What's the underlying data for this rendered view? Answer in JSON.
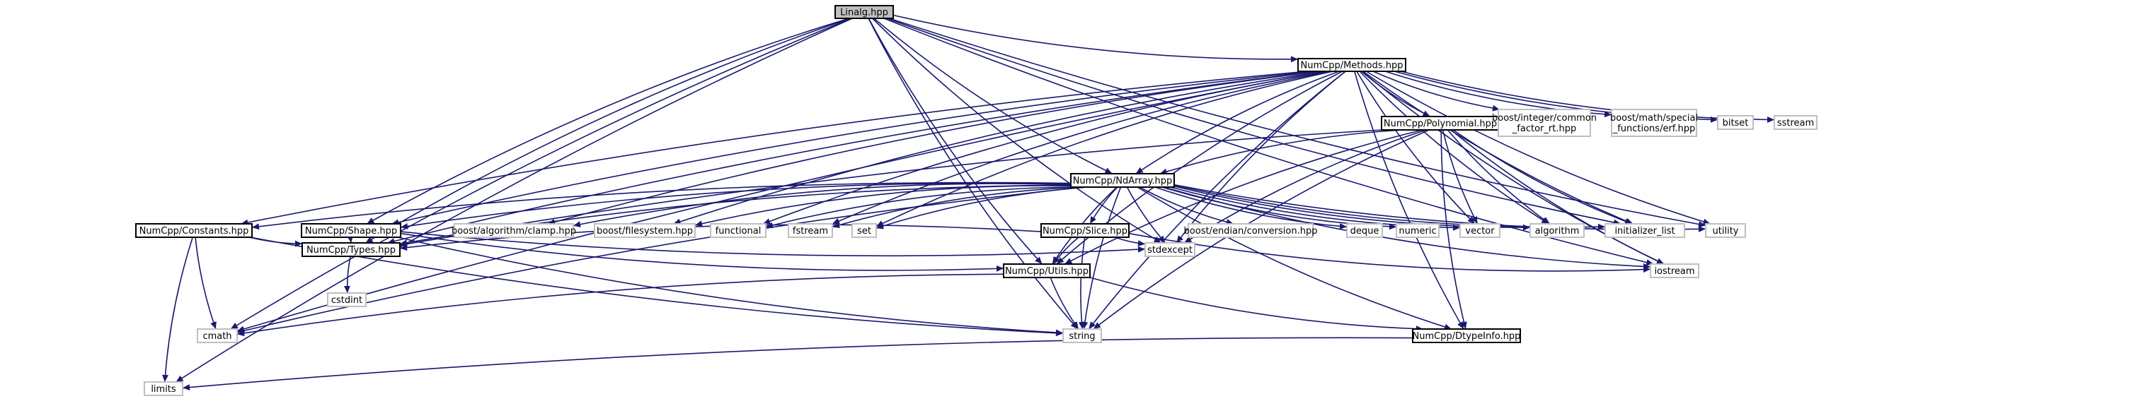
{
  "diagram": {
    "colors": {
      "edge": "#191970",
      "root_fill": "#bfbfbf",
      "documented_border": "#000000",
      "external_border": "#bfbfbf",
      "node_fill": "#ffffff"
    },
    "nodes": [
      {
        "id": "linalg",
        "label": "Linalg.hpp",
        "kind": "root"
      },
      {
        "id": "methods",
        "label": "NumCpp/Methods.hpp",
        "kind": "documented"
      },
      {
        "id": "polynomial",
        "label": "NumCpp/Polynomial.hpp",
        "kind": "documented"
      },
      {
        "id": "ndarray",
        "label": "NumCpp/NdArray.hpp",
        "kind": "documented"
      },
      {
        "id": "constants",
        "label": "NumCpp/Constants.hpp",
        "kind": "documented"
      },
      {
        "id": "shape",
        "label": "NumCpp/Shape.hpp",
        "kind": "documented"
      },
      {
        "id": "slice",
        "label": "NumCpp/Slice.hpp",
        "kind": "documented"
      },
      {
        "id": "types",
        "label": "NumCpp/Types.hpp",
        "kind": "documented"
      },
      {
        "id": "utils",
        "label": "NumCpp/Utils.hpp",
        "kind": "documented"
      },
      {
        "id": "dtypeinfo",
        "label": "NumCpp/DtypeInfo.hpp",
        "kind": "documented"
      },
      {
        "id": "factor_rt",
        "label": "boost/integer/common_factor_rt.hpp",
        "label_lines": [
          "boost/integer/common",
          "_factor_rt.hpp"
        ],
        "kind": "external"
      },
      {
        "id": "erf",
        "label": "boost/math/special_functions/erf.hpp",
        "label_lines": [
          "boost/math/special",
          "_functions/erf.hpp"
        ],
        "kind": "external"
      },
      {
        "id": "bitset",
        "label": "bitset",
        "kind": "external"
      },
      {
        "id": "sstream",
        "label": "sstream",
        "kind": "external"
      },
      {
        "id": "clamp",
        "label": "boost/algorithm/clamp.hpp",
        "kind": "external"
      },
      {
        "id": "filesystem",
        "label": "boost/filesystem.hpp",
        "kind": "external"
      },
      {
        "id": "functional",
        "label": "functional",
        "kind": "external"
      },
      {
        "id": "fstream",
        "label": "fstream",
        "kind": "external"
      },
      {
        "id": "set",
        "label": "set",
        "kind": "external"
      },
      {
        "id": "endian",
        "label": "boost/endian/conversion.hpp",
        "kind": "external"
      },
      {
        "id": "deque",
        "label": "deque",
        "kind": "external"
      },
      {
        "id": "numeric",
        "label": "numeric",
        "kind": "external"
      },
      {
        "id": "vector",
        "label": "vector",
        "kind": "external"
      },
      {
        "id": "algorithm",
        "label": "algorithm",
        "kind": "external"
      },
      {
        "id": "initializer_list",
        "label": "initializer_list",
        "kind": "external"
      },
      {
        "id": "utility",
        "label": "utility",
        "kind": "external"
      },
      {
        "id": "stdexcept",
        "label": "stdexcept",
        "kind": "external"
      },
      {
        "id": "iostream",
        "label": "iostream",
        "kind": "external"
      },
      {
        "id": "cstdint",
        "label": "cstdint",
        "kind": "external"
      },
      {
        "id": "cmath",
        "label": "cmath",
        "kind": "external"
      },
      {
        "id": "string",
        "label": "string",
        "kind": "external"
      },
      {
        "id": "limits",
        "label": "limits",
        "kind": "external"
      }
    ],
    "edges": [
      [
        "linalg",
        "methods"
      ],
      [
        "linalg",
        "ndarray"
      ],
      [
        "linalg",
        "shape"
      ],
      [
        "linalg",
        "types"
      ],
      [
        "linalg",
        "cmath"
      ],
      [
        "linalg",
        "limits"
      ],
      [
        "linalg",
        "utility"
      ],
      [
        "linalg",
        "iostream"
      ],
      [
        "linalg",
        "string"
      ],
      [
        "linalg",
        "initializer_list"
      ],
      [
        "linalg",
        "stdexcept"
      ],
      [
        "linalg",
        "utils"
      ],
      [
        "methods",
        "polynomial"
      ],
      [
        "methods",
        "ndarray"
      ],
      [
        "methods",
        "constants"
      ],
      [
        "methods",
        "shape"
      ],
      [
        "methods",
        "types"
      ],
      [
        "methods",
        "clamp"
      ],
      [
        "methods",
        "filesystem"
      ],
      [
        "methods",
        "functional"
      ],
      [
        "methods",
        "fstream"
      ],
      [
        "methods",
        "set"
      ],
      [
        "methods",
        "factor_rt"
      ],
      [
        "methods",
        "erf"
      ],
      [
        "methods",
        "bitset"
      ],
      [
        "methods",
        "sstream"
      ],
      [
        "methods",
        "vector"
      ],
      [
        "methods",
        "algorithm"
      ],
      [
        "methods",
        "initializer_list"
      ],
      [
        "methods",
        "utility"
      ],
      [
        "methods",
        "iostream"
      ],
      [
        "methods",
        "string"
      ],
      [
        "methods",
        "stdexcept"
      ],
      [
        "methods",
        "utils"
      ],
      [
        "methods",
        "dtypeinfo"
      ],
      [
        "methods",
        "cmath"
      ],
      [
        "polynomial",
        "ndarray"
      ],
      [
        "polynomial",
        "vector"
      ],
      [
        "polynomial",
        "algorithm"
      ],
      [
        "polynomial",
        "iostream"
      ],
      [
        "polynomial",
        "string"
      ],
      [
        "polynomial",
        "stdexcept"
      ],
      [
        "polynomial",
        "types"
      ],
      [
        "polynomial",
        "utils"
      ],
      [
        "polynomial",
        "dtypeinfo"
      ],
      [
        "polynomial",
        "initializer_list"
      ],
      [
        "ndarray",
        "constants"
      ],
      [
        "ndarray",
        "shape"
      ],
      [
        "ndarray",
        "slice"
      ],
      [
        "ndarray",
        "types"
      ],
      [
        "ndarray",
        "utils"
      ],
      [
        "ndarray",
        "dtypeinfo"
      ],
      [
        "ndarray",
        "clamp"
      ],
      [
        "ndarray",
        "filesystem"
      ],
      [
        "ndarray",
        "functional"
      ],
      [
        "ndarray",
        "fstream"
      ],
      [
        "ndarray",
        "set"
      ],
      [
        "ndarray",
        "endian"
      ],
      [
        "ndarray",
        "deque"
      ],
      [
        "ndarray",
        "numeric"
      ],
      [
        "ndarray",
        "vector"
      ],
      [
        "ndarray",
        "algorithm"
      ],
      [
        "ndarray",
        "initializer_list"
      ],
      [
        "ndarray",
        "utility"
      ],
      [
        "ndarray",
        "stdexcept"
      ],
      [
        "ndarray",
        "iostream"
      ],
      [
        "ndarray",
        "string"
      ],
      [
        "ndarray",
        "cmath"
      ],
      [
        "constants",
        "types"
      ],
      [
        "constants",
        "cmath"
      ],
      [
        "constants",
        "limits"
      ],
      [
        "constants",
        "string"
      ],
      [
        "shape",
        "types"
      ],
      [
        "shape",
        "stdexcept"
      ],
      [
        "shape",
        "string"
      ],
      [
        "shape",
        "utils"
      ],
      [
        "slice",
        "types"
      ],
      [
        "slice",
        "utils"
      ],
      [
        "slice",
        "stdexcept"
      ],
      [
        "slice",
        "string"
      ],
      [
        "slice",
        "iostream"
      ],
      [
        "types",
        "cstdint"
      ],
      [
        "utils",
        "cmath"
      ],
      [
        "utils",
        "string"
      ],
      [
        "utils",
        "dtypeinfo"
      ],
      [
        "dtypeinfo",
        "limits"
      ]
    ]
  }
}
